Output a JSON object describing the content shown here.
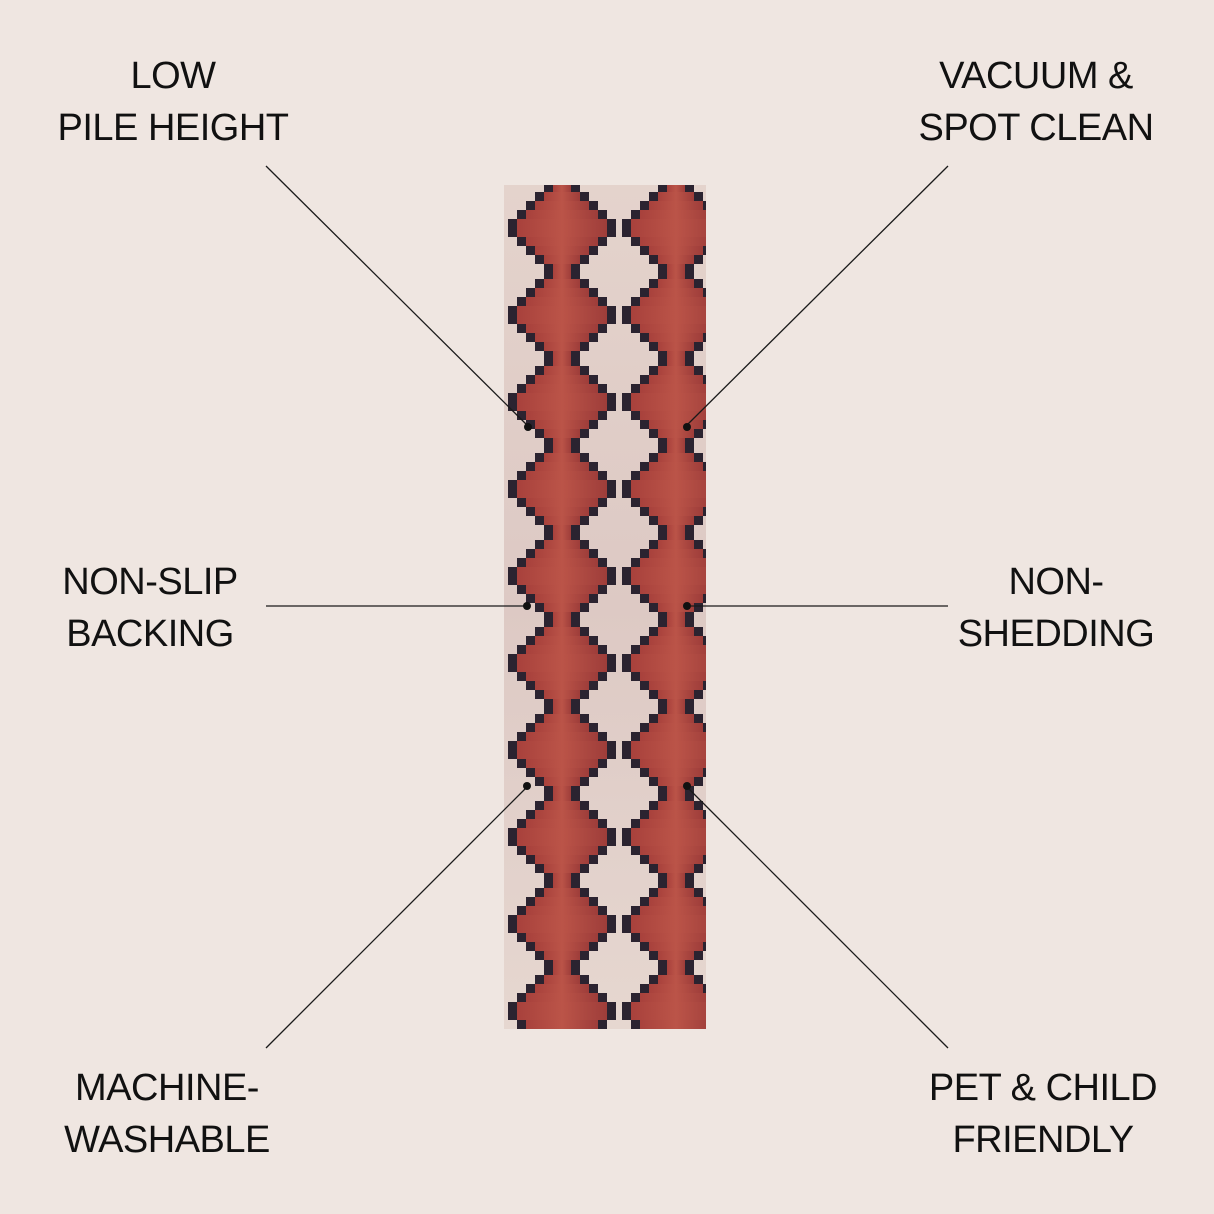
{
  "features": {
    "low_pile": {
      "line1": "LOW",
      "line2": "PILE HEIGHT"
    },
    "vacuum": {
      "line1": "VACUUM &",
      "line2": "SPOT CLEAN"
    },
    "non_slip": {
      "line1": "NON-SLIP",
      "line2": "BACKING"
    },
    "non_shedding": {
      "line1": "NON-",
      "line2": "SHEDDING"
    },
    "machine_washable": {
      "line1": "MACHINE-",
      "line2": "WASHABLE"
    },
    "pet_child": {
      "line1": "PET & CHILD",
      "line2": "FRIENDLY"
    }
  },
  "colors": {
    "background": "#efe6e1",
    "rug_base": "#e6d6d0",
    "motif_red": "#b04a42",
    "motif_outline": "#2b2330",
    "leader_line": "#1a1a1a"
  }
}
